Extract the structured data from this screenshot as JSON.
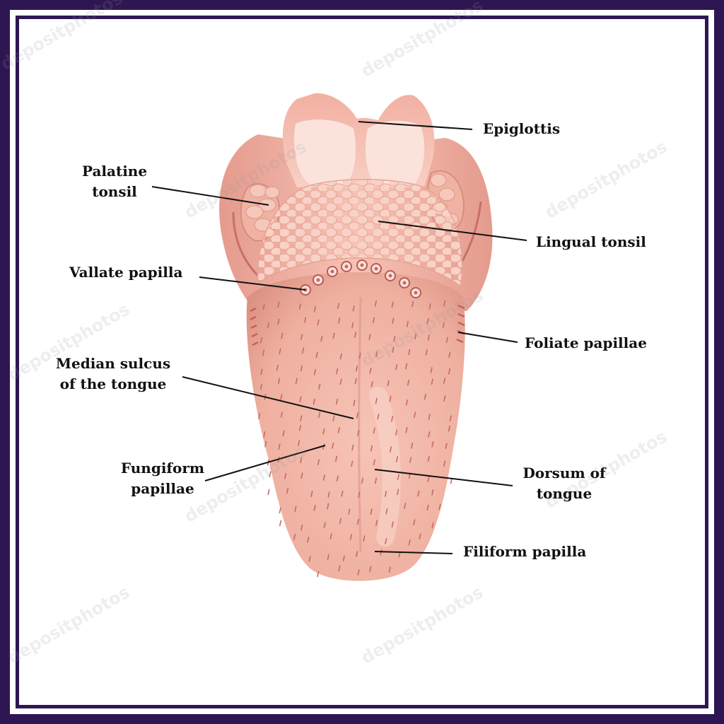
{
  "labels": {
    "epiglottis": "Epiglottis",
    "palatine_tonsil": "Palatine\ntonsil",
    "lingual_tonsil": "Lingual tonsil",
    "vallate_papilla": "Vallate papilla",
    "foliate_papillae": "Foliate papillae",
    "median_sulcus": "Median sulcus\nof the tongue",
    "fungiform_papillae": "Fungiform\npapillae",
    "dorsum": "Dorsum of\ntongue",
    "filiform_papilla": "Filiform papilla"
  },
  "watermark": "depositphotos",
  "colors": {
    "frame": "#2e1653",
    "tongue": "#efb0a0",
    "tongue_dark": "#d98a7c",
    "pink_base": "#f3b7aa",
    "epiglottis_light": "#fbdcd4",
    "papilla_mark": "#c46a66"
  }
}
